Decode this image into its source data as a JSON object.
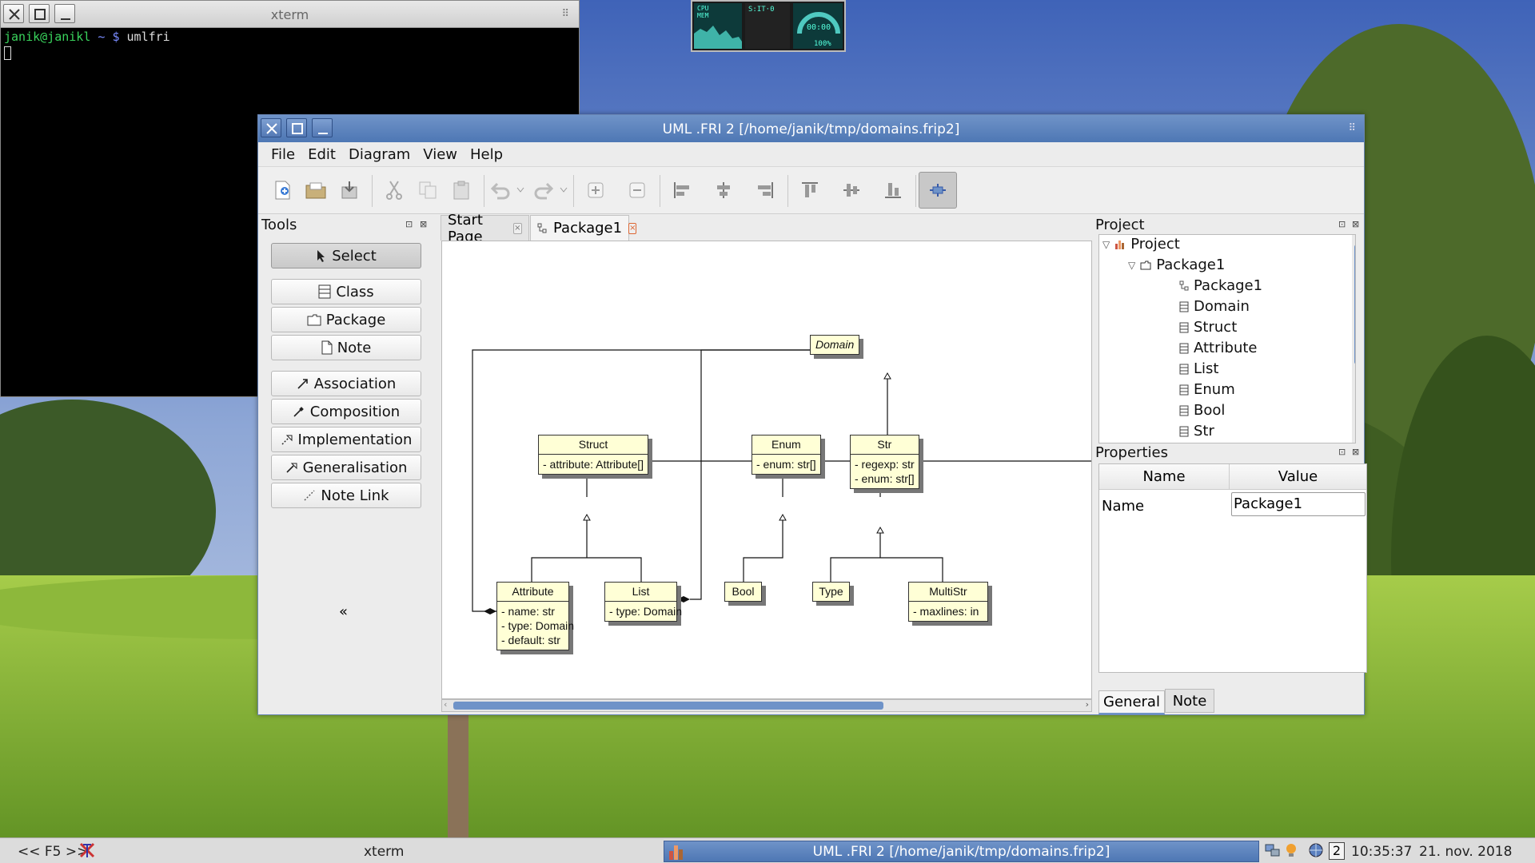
{
  "xterm": {
    "title": "xterm",
    "prompt_user": "janik@janikl",
    "prompt_path": "~ $",
    "command": "umlfri"
  },
  "monitor": {
    "cpu_label": "CPU",
    "mem_label": "MEM",
    "net_label": "S:IT·0",
    "clock_value": "00:00",
    "percent": "100%"
  },
  "window": {
    "title": "UML .FRI 2 [/home/janik/tmp/domains.frip2]",
    "menu": [
      "File",
      "Edit",
      "Diagram",
      "View",
      "Help"
    ]
  },
  "toolbar_icons": [
    "new-file-icon",
    "open-folder-icon",
    "save-icon",
    "cut-icon",
    "copy-icon",
    "paste-icon",
    "undo-icon",
    "undo-dropdown-icon",
    "redo-icon",
    "redo-dropdown-icon",
    "zoom-in-icon",
    "zoom-out-icon",
    "align-left-icon",
    "align-center-icon",
    "align-right-icon",
    "align-top-icon",
    "align-middle-icon",
    "align-bottom-icon",
    "snap-grid-icon"
  ],
  "tools": {
    "title": "Tools",
    "items": [
      {
        "label": "Select",
        "icon": "pointer-icon"
      },
      {
        "label": "Class",
        "icon": "class-icon"
      },
      {
        "label": "Package",
        "icon": "package-icon"
      },
      {
        "label": "Note",
        "icon": "note-icon"
      },
      {
        "label": "Association",
        "icon": "association-icon"
      },
      {
        "label": "Composition",
        "icon": "composition-icon"
      },
      {
        "label": "Implementation",
        "icon": "implementation-icon"
      },
      {
        "label": "Generalisation",
        "icon": "generalisation-icon"
      },
      {
        "label": "Note Link",
        "icon": "note-link-icon"
      }
    ],
    "collapse": "«"
  },
  "tabs": [
    {
      "label": "Start Page",
      "close": "×"
    },
    {
      "label": "Package1",
      "close": "×"
    }
  ],
  "diagram": {
    "classes": [
      {
        "name": "Domain",
        "abstract": true,
        "attrs": []
      },
      {
        "name": "Struct",
        "attrs": [
          "- attribute: Attribute[]"
        ]
      },
      {
        "name": "Enum",
        "attrs": [
          "- enum: str[]"
        ]
      },
      {
        "name": "Str",
        "attrs": [
          "- regexp: str",
          "- enum: str[]"
        ]
      },
      {
        "name": "Attribute",
        "attrs": [
          "- name: str",
          "- type: Domain",
          "- default: str"
        ]
      },
      {
        "name": "List",
        "attrs": [
          "- type: Domain"
        ]
      },
      {
        "name": "Bool",
        "attrs": []
      },
      {
        "name": "Type",
        "attrs": []
      },
      {
        "name": "MultiStr",
        "attrs": [
          "- maxlines: in"
        ]
      }
    ]
  },
  "project": {
    "title": "Project",
    "root": "Project",
    "package": "Package1",
    "items": [
      "Package1",
      "Domain",
      "Struct",
      "Attribute",
      "List",
      "Enum",
      "Bool",
      "Str"
    ]
  },
  "properties": {
    "title": "Properties",
    "col_name": "Name",
    "col_value": "Value",
    "row_name": "Name",
    "row_value": "Package1",
    "tabs": [
      "General",
      "Note"
    ]
  },
  "taskbar": {
    "desk_switch": "<< F5 >>",
    "task_xterm": "xterm",
    "task_uml": "UML .FRI 2 [/home/janik/tmp/domains.frip2]",
    "workspace": "2",
    "time": "10:35:37",
    "date": "21. nov. 2018"
  },
  "colors": {
    "titlebar": "#5b82bd",
    "uml_class_fill": "#ffffd6",
    "scroll_thumb": "#6f93c8"
  }
}
